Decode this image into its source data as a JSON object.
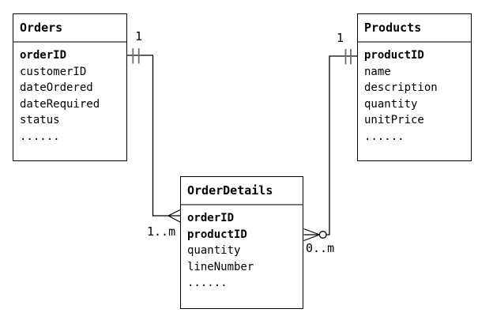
{
  "entities": [
    {
      "id": "orders",
      "title": "Orders",
      "fields": [
        {
          "name": "orderID",
          "primary_key": true
        },
        {
          "name": "customerID",
          "primary_key": false
        },
        {
          "name": "dateOrdered",
          "primary_key": false
        },
        {
          "name": "dateRequired",
          "primary_key": false
        },
        {
          "name": "status",
          "primary_key": false
        },
        {
          "name": "......",
          "primary_key": false
        }
      ]
    },
    {
      "id": "products",
      "title": "Products",
      "fields": [
        {
          "name": "productID",
          "primary_key": true
        },
        {
          "name": "name",
          "primary_key": false
        },
        {
          "name": "description",
          "primary_key": false
        },
        {
          "name": "quantity",
          "primary_key": false
        },
        {
          "name": "unitPrice",
          "primary_key": false
        },
        {
          "name": "......",
          "primary_key": false
        }
      ]
    },
    {
      "id": "orderdetails",
      "title": "OrderDetails",
      "fields": [
        {
          "name": "orderID",
          "primary_key": true
        },
        {
          "name": "productID",
          "primary_key": true
        },
        {
          "name": "quantity",
          "primary_key": false
        },
        {
          "name": "lineNumber",
          "primary_key": false
        },
        {
          "name": "......",
          "primary_key": false
        }
      ]
    }
  ],
  "relationships": [
    {
      "from": "Orders",
      "to": "OrderDetails",
      "from_label": "1",
      "to_label": "1..m",
      "from_notation": "one-mandatory-double-tick",
      "to_notation": "many-crows-foot"
    },
    {
      "from": "Products",
      "to": "OrderDetails",
      "from_label": "1",
      "to_label": "0..m",
      "from_notation": "one-mandatory-double-tick",
      "to_notation": "many-optional-crows-foot-circle"
    }
  ],
  "colors": {
    "background": "#ffffff",
    "border": "#000000",
    "divider": "#7c7c7c",
    "tick": "#6e6e6e",
    "text": "#000000"
  }
}
